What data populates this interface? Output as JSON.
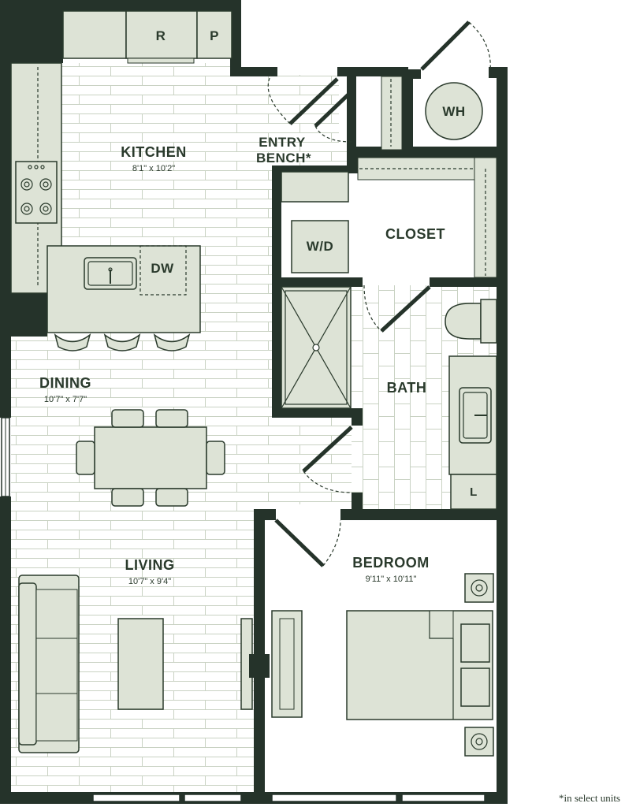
{
  "rooms": {
    "kitchen": {
      "label": "KITCHEN",
      "dims": "8'1\" x 10'2\""
    },
    "dining": {
      "label": "DINING",
      "dims": "10'7\" x 7'7\""
    },
    "living": {
      "label": "LIVING",
      "dims": "10'7\" x 9'4\""
    },
    "bedroom": {
      "label": "BEDROOM",
      "dims": "9'11\" x 10'11\""
    },
    "bath": {
      "label": "BATH"
    },
    "closet": {
      "label": "CLOSET"
    },
    "entry_bench": {
      "line1": "ENTRY",
      "line2": "BENCH*"
    }
  },
  "fixtures": {
    "refrigerator": "R",
    "pantry": "P",
    "dishwasher": "DW",
    "washer_dryer": "W/D",
    "water_heater": "WH",
    "linen": "L"
  },
  "footnote": "*in select units",
  "colors": {
    "wall": "#25332a",
    "fixture_fill": "#dde3d6",
    "floor_line": "#c9d2c3",
    "text": "#2a3a2c"
  }
}
